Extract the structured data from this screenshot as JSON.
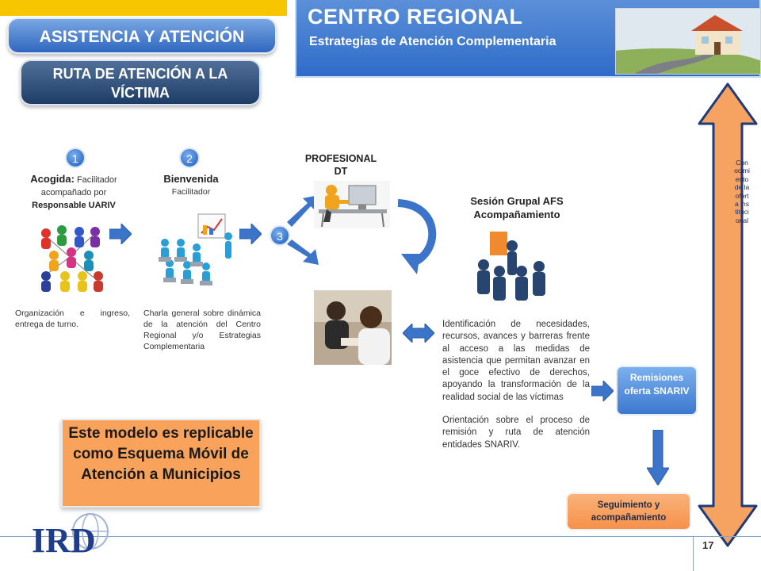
{
  "header": {
    "title": "CENTRO REGIONAL",
    "subtitle": "Estrategias de Atención Complementaria"
  },
  "titles": {
    "main": "ASISTENCIA Y ATENCIÓN",
    "route_line1": "RUTA DE ATENCIÓN A LA",
    "route_line2": "VÍCTIMA"
  },
  "steps": [
    {
      "number": "1",
      "label_bold": "Acogida:",
      "label_rest": " Facilitador acompañado por",
      "label_strong": "Responsable  UARIV",
      "description": "Organización e ingreso, entrega de turno."
    },
    {
      "number": "2",
      "label_bold": "Bienvenida",
      "label_rest": "Facilitador",
      "description": "Charla general sobre dinámica de la atención del Centro Regional y/o Estrategias Complementaria"
    },
    {
      "number": "3"
    }
  ],
  "professional": {
    "line1": "PROFESIONAL",
    "line2": "DT"
  },
  "session": {
    "title_line1": "Sesión Grupal AFS",
    "title_line2": "Acompañamiento",
    "desc_p1": "Identificación de necesidades, recursos, avances y barreras frente al acceso a las medidas de asistencia que permitan avanzar en el goce efectivo de derechos, apoyando la transformación de la realidad social de las víctimas",
    "desc_p2": "Orientación sobre el proceso de remisión y ruta de atención entidades SNARIV."
  },
  "callouts": {
    "model": "Este modelo es replicable como Esquema Móvil de Atención a Municipios",
    "remisiones": "Remisiones oferta SNARIV",
    "seguimiento": "Seguimiento y acompañamiento"
  },
  "vertical_label": "Conocimiento de la oferta institucional",
  "logo": "IRD",
  "page_number": "17",
  "colors": {
    "header_blue": "#2f6cc9",
    "accent_orange": "#f8a25c",
    "arrow_blue": "#3b74c8",
    "yellow": "#f7c600"
  }
}
